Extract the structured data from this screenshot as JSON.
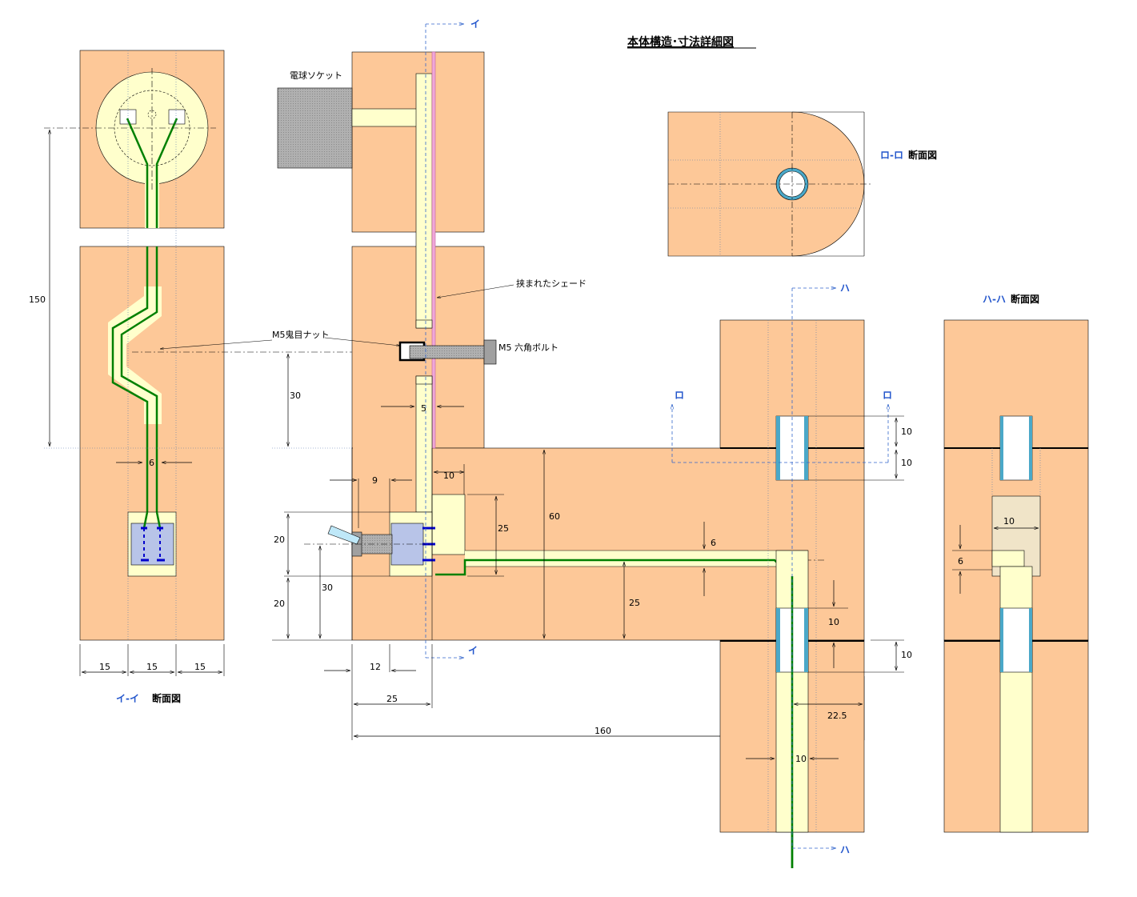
{
  "title": "本体構造･寸法詳細図",
  "labels": {
    "socket": "電球ソケット",
    "shade": "挟まれたシェード",
    "nut": "M5鬼目ナット",
    "bolt": "M5 六角ボルト",
    "section_i": "イ-イ",
    "section_i_suffix": "断面図",
    "section_ro": "ロ-ロ",
    "section_ro_suffix": "断面図",
    "section_ha": "ハ-ハ",
    "section_ha_suffix": "断面図",
    "mark_i": "イ",
    "mark_ro": "ロ",
    "mark_ha": "ハ"
  },
  "dims": {
    "d150": "150",
    "d6a": "6",
    "d15a": "15",
    "d15b": "15",
    "d15c": "15",
    "d30a": "30",
    "d5": "5",
    "d9": "9",
    "d10a": "10",
    "d20a": "20",
    "d20b": "20",
    "d30b": "30",
    "d25a": "25",
    "d60": "60",
    "d6b": "6",
    "d25b": "25",
    "d12": "12",
    "d25c": "25",
    "d160": "160",
    "d10b": "10",
    "d10c": "10",
    "d10d": "10",
    "d10e": "10",
    "d22_5": "22.5",
    "d10f": "10",
    "d10g": "10",
    "d6c": "6"
  },
  "colors": {
    "wood": "#fdc898",
    "channel": "#ffffcc",
    "wire": "#008000",
    "socket": "#a8a8a8",
    "cut": "#3366cc",
    "plate": "#b8c4e8"
  }
}
